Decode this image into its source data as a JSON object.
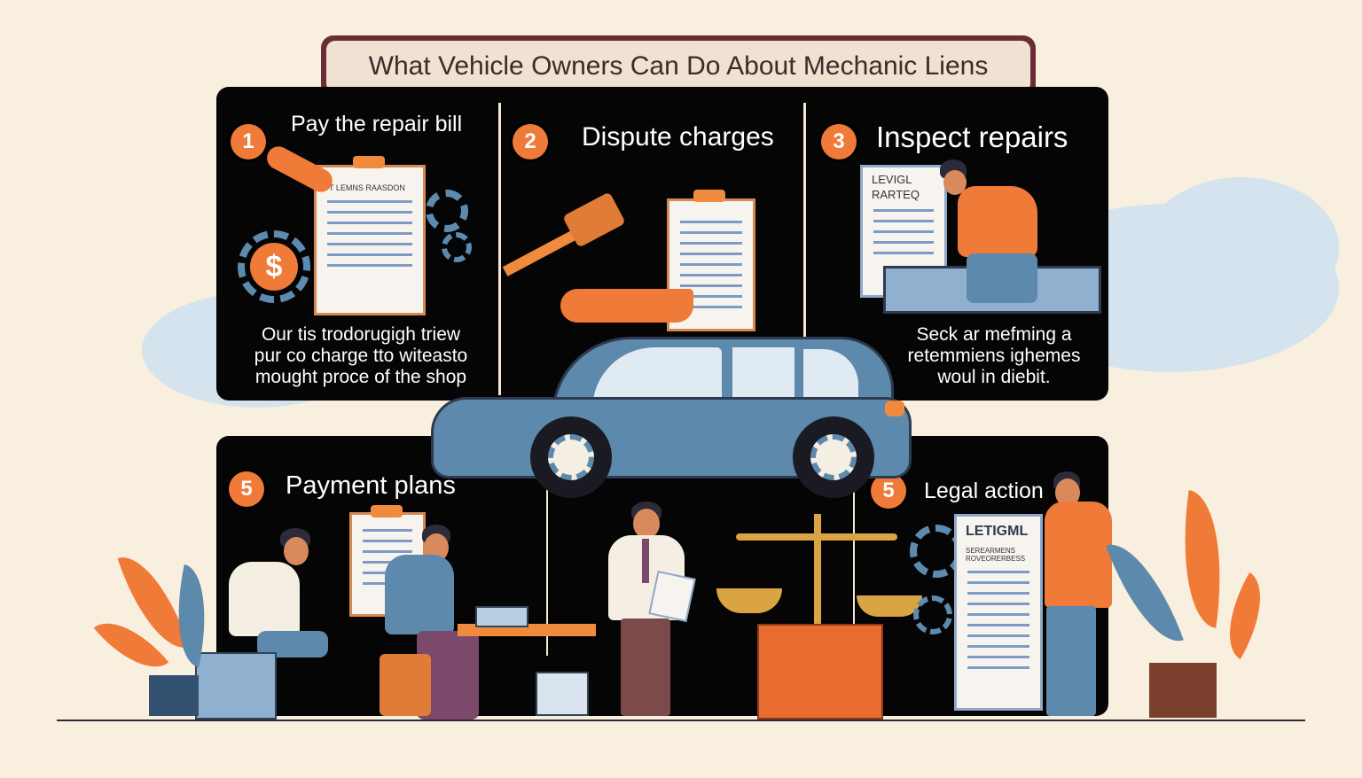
{
  "title": "What Vehicle Owners Can Do About Mechanic Liens",
  "steps": [
    {
      "number": "1",
      "heading": "Pay the repair bill",
      "desc": [
        "Our tis trodorugigh triew",
        "pur co charge tto witeasto",
        "mought proce of the shop"
      ]
    },
    {
      "number": "2",
      "heading": "Dispute charges"
    },
    {
      "number": "3",
      "heading": "Inspect repairs",
      "desc": [
        "Seck ar mefming  a",
        "retemmiens ighemes",
        "woul in diebit."
      ]
    },
    {
      "number": "5",
      "heading": "Payment plans"
    },
    {
      "number": "5",
      "heading": "Legal action"
    }
  ],
  "doc_texts": {
    "bill_doc": "T LEMNS RAASDON",
    "inspect_doc_1": "LEVIGL",
    "inspect_doc_2": "RARTEQ",
    "legal_doc_title": "LETIGML",
    "legal_doc_sub": "SEREARMENS ROVEORERBESS"
  },
  "colors": {
    "accent": "#f07a37",
    "panel": "#050505",
    "title_border": "#6a2c36",
    "car": "#5c89ac"
  }
}
